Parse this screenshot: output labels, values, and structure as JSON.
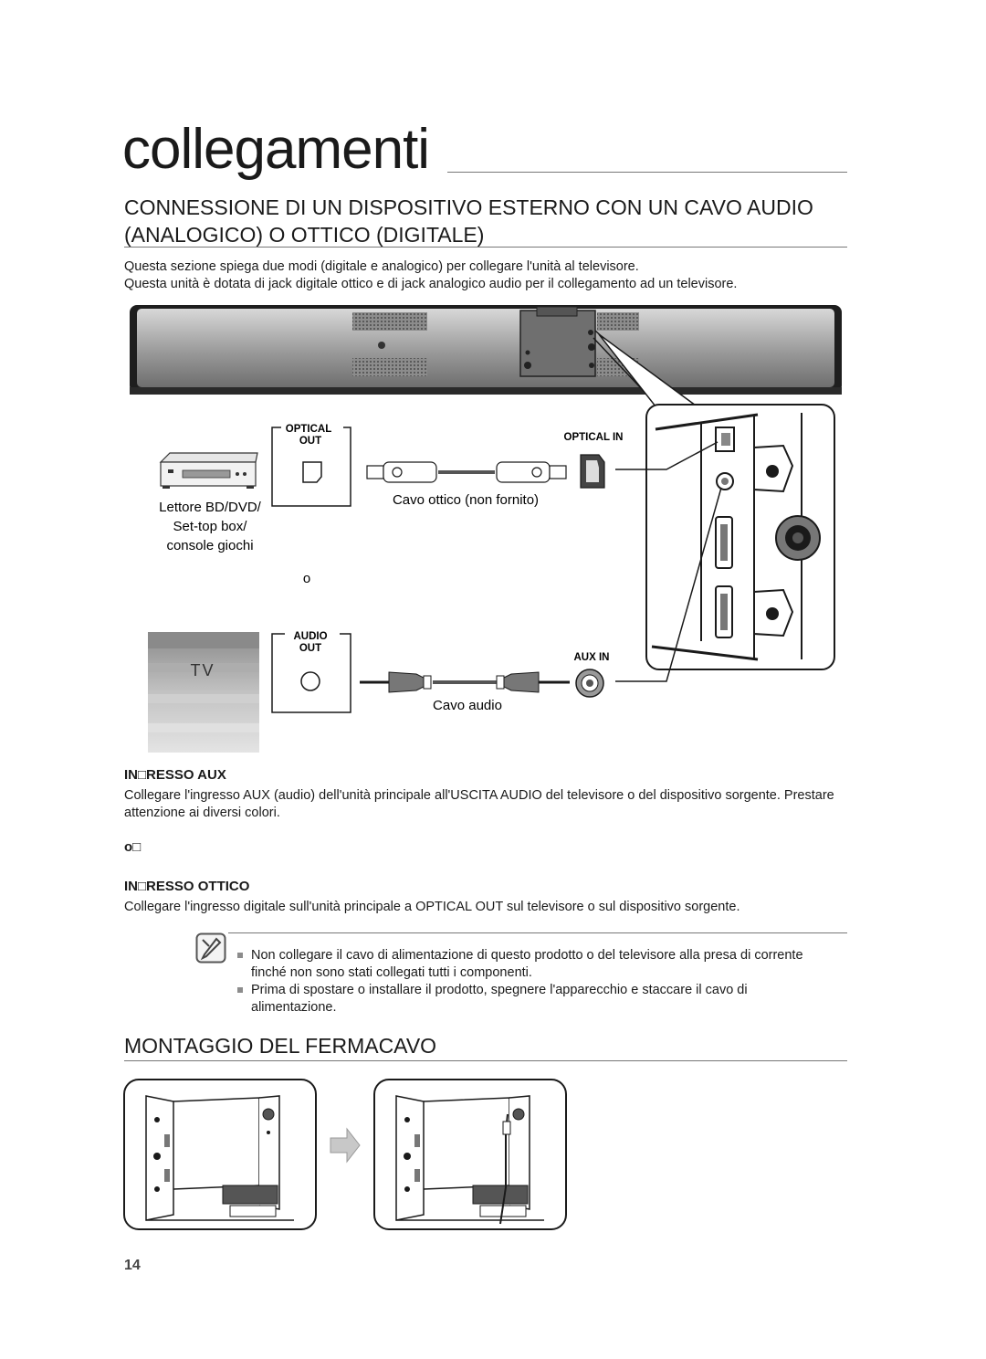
{
  "chapter_title": "collegamenti",
  "section_title": "CONNESSIONE DI UN DISPOSITIVO ESTERNO CON UN CAVO AUDIO (ANALOGICO) O OTTICO (DIGITALE)",
  "intro": [
    "Questa sezione spiega due modi (digitale e analogico) per collegare l'unità al televisore.",
    "Questa unità è dotata di jack digitale ottico e di jack analogico audio per il collegamento ad un televisore."
  ],
  "diagram": {
    "optical_out_label_1": "OPTICAL",
    "optical_out_label_2": "OUT",
    "optical_in_label": "OPTICAL IN",
    "audio_out_label_1": "AUDIO",
    "audio_out_label_2": "OUT",
    "aux_in_label": "AUX IN",
    "device_label_1": "Lettore BD/DVD/",
    "device_label_2": "Set-top box/",
    "device_label_3": "console giochi",
    "or_label": "o",
    "tv_label": "TV",
    "optical_cable_label": "Cavo ottico (non fornito)",
    "audio_cable_label": "Cavo audio"
  },
  "aux_heading": "IN□RESSO AUX",
  "aux_text": "Collegare l'ingresso AUX (audio) dell'unità principale all'USCITA AUDIO del televisore o del dispositivo sorgente. Prestare attenzione ai diversi colori.",
  "or_separator": "o□",
  "optical_heading": "IN□RESSO OTTICO",
  "optical_text": "Collegare l'ingresso digitale sull'unità principale a OPTICAL OUT sul televisore o sul dispositivo sorgente.",
  "notes": [
    "Non collegare il cavo di alimentazione di questo prodotto o del televisore alla presa di corrente finché non sono stati collegati tutti i componenti.",
    "Prima di spostare o installare il prodotto, spegnere l'apparecchio e staccare il cavo di alimentazione."
  ],
  "section_title_2": "MONTAGGIO DEL FERMACAVO",
  "page_number": "14"
}
